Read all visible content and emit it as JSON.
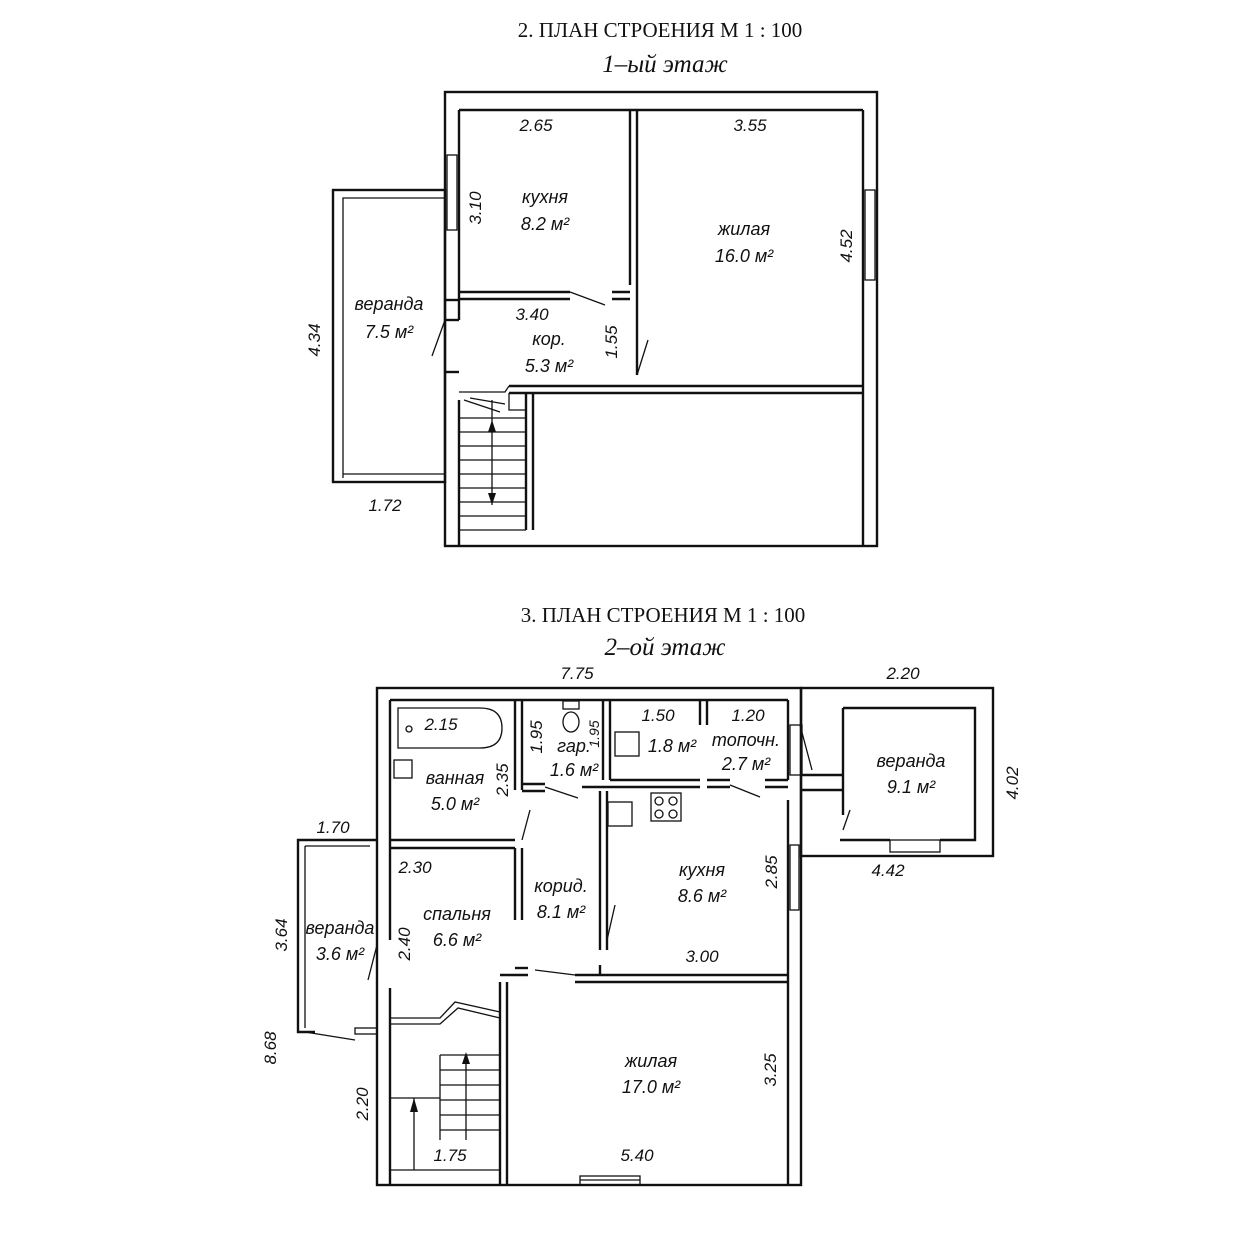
{
  "plan1": {
    "title": "2. ПЛАН СТРОЕНИЯ М 1 : 100",
    "subtitle": "1–ый  этаж",
    "rooms": [
      {
        "name": "кухня",
        "area": "8.2 м²"
      },
      {
        "name": "жилая",
        "area": "16.0 м²"
      },
      {
        "name": "веранда",
        "area": "7.5 м²"
      },
      {
        "name": "кор.",
        "area": "5.3 м²"
      }
    ],
    "dimensions": [
      "2.65",
      "3.55",
      "3.10",
      "4.52",
      "3.40",
      "1.55",
      "4.34",
      "1.72"
    ]
  },
  "plan2": {
    "title": "3. ПЛАН СТРОЕНИЯ М 1 : 100",
    "subtitle": "2–ой  этаж",
    "rooms": [
      {
        "name": "ванная",
        "area": "5.0 м²"
      },
      {
        "name": "гар.",
        "area": "1.6 м²"
      },
      {
        "name": "",
        "area": "1.8 м²"
      },
      {
        "name": "топочн.",
        "area": "2.7 м²"
      },
      {
        "name": "веранда",
        "area": "9.1 м²"
      },
      {
        "name": "кухня",
        "area": "8.6 м²"
      },
      {
        "name": "корид.",
        "area": "8.1 м²"
      },
      {
        "name": "спальня",
        "area": "6.6 м²"
      },
      {
        "name": "веранда",
        "area": "3.6 м²"
      },
      {
        "name": "жилая",
        "area": "17.0 м²"
      }
    ],
    "dimensions": [
      "7.75",
      "2.20",
      "2.15",
      "1.95",
      "1.95",
      "1.50",
      "1.20",
      "2.35",
      "4.02",
      "1.70",
      "2.30",
      "2.85",
      "4.42",
      "3.64",
      "2.40",
      "3.00",
      "8.68",
      "3.25",
      "2.20",
      "1.75",
      "5.40"
    ]
  }
}
